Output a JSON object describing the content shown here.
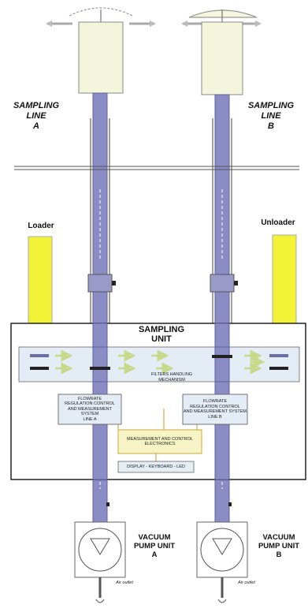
{
  "labels": {
    "sampling_line_a": [
      "SAMPLING",
      "LINE",
      "A"
    ],
    "sampling_line_b": [
      "SAMPLING",
      "LINE",
      "B"
    ],
    "loader": "Loader",
    "unloader": "Unloader",
    "sampling_unit": [
      "SAMPLING",
      "UNIT"
    ],
    "filters_handling": [
      "FILTERS HANDLING",
      "MECHANISM"
    ],
    "flowrate_left": [
      "FLOWRATE",
      "REGULATION CONTROL",
      "AND MEASUREMENT SYSTEM",
      "LINE A"
    ],
    "flowrate_right": [
      "FLOWRATE",
      "REGULATION CONTROL",
      "AND MEASUREMENT SYSTEM",
      "LINE B"
    ],
    "electronics": [
      "MEASUREMENT AND CONTROL",
      "ELECTRONICS"
    ],
    "display": "DISPLAY - KEYBOARD - LED",
    "vacuum_a": [
      "VACUUM",
      "PUMP UNIT",
      "A"
    ],
    "vacuum_b": [
      "VACUUM",
      "PUMP UNIT",
      "B"
    ],
    "air_outlet_a": "Air outlet",
    "air_outlet_b": "Air outlet"
  },
  "colors": {
    "tube": "#8c8cc4",
    "tube_dark": "#5f5fa0",
    "head": "#f3f5dc",
    "loader": "#f2f239",
    "arrow": "#c7d98a",
    "box_fill": "#e4ecf6",
    "electronics_fill": "#f6f4c4"
  }
}
